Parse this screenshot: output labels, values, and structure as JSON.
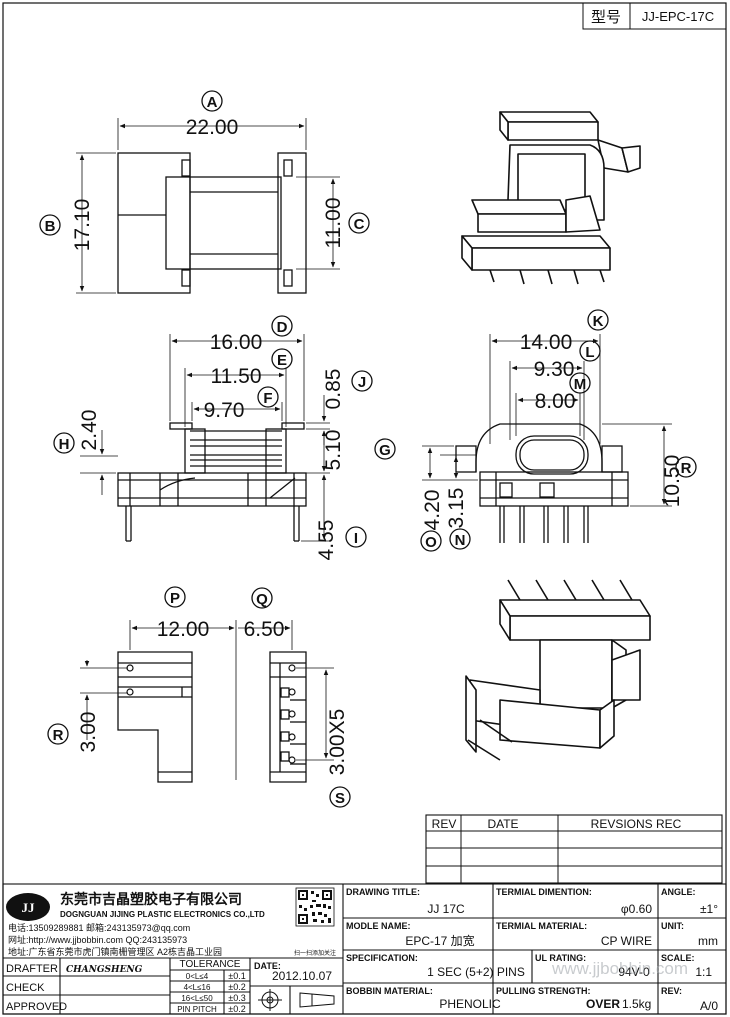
{
  "model": {
    "label": "型号",
    "value": "JJ-EPC-17C"
  },
  "dimensions": {
    "A": "22.00",
    "B": "17.10",
    "C": "11.00",
    "D": "16.00",
    "E": "11.50",
    "F": "9.70",
    "G": "5.10",
    "H": "2.40",
    "I": "4.55",
    "J": "0.85",
    "K": "14.00",
    "L": "9.30",
    "M": "8.00",
    "N": "3.15",
    "O": "4.20",
    "P": "12.00",
    "Q": "6.50",
    "R_bottom": "3.00",
    "R_side": "10.50",
    "S": "3.00X5"
  },
  "dim_letters": [
    "A",
    "B",
    "C",
    "D",
    "E",
    "F",
    "G",
    "H",
    "I",
    "J",
    "K",
    "L",
    "M",
    "N",
    "O",
    "P",
    "Q",
    "R",
    "S"
  ],
  "revision_table": {
    "headers": [
      "REV",
      "DATE",
      "REVSIONS REC"
    ],
    "rows": [
      [
        "",
        "",
        ""
      ],
      [
        "",
        "",
        ""
      ],
      [
        "",
        "",
        ""
      ]
    ]
  },
  "company": {
    "logo_text": "JJ",
    "name_cn": "东莞市吉晶塑胶电子有限公司",
    "name_en": "DOGNGUAN JIJING PLASTIC ELECTRONICS CO.,LTD",
    "contact_line1": "电话:13509289881  邮箱:243135973@qq.com",
    "contact_line2": "网址:http://www.jjbobbin.com QQ:243135973",
    "address": "地址:广东省东莞市虎门镇南栅管理区 A2栋吉晶工业园",
    "qr_caption": "扫一扫添加关注"
  },
  "signoff": {
    "drafter_label": "DRAFTER",
    "drafter_value": "CHANGSHENG",
    "check_label": "CHECK",
    "approved_label": "APPROVED"
  },
  "tolerance": {
    "title": "TOLERANCE",
    "rows": [
      {
        "range": "0<L≤4",
        "value": "±0.1"
      },
      {
        "range": "4<L≤16",
        "value": "±0.2"
      },
      {
        "range": "16<L≤50",
        "value": "±0.3"
      },
      {
        "range": "PIN PITCH",
        "value": "±0.2"
      }
    ]
  },
  "date": {
    "label": "DATE:",
    "value": "2012.10.07"
  },
  "fields": {
    "drawing_title_label": "DRAWING TITLE:",
    "drawing_title_value": "JJ 17C",
    "terminal_dimension_label": "TERMIAL DIMENTION:",
    "terminal_dimension_value": "φ0.60",
    "angle_label": "ANGLE:",
    "angle_value": "±1°",
    "module_name_label": "MODLE NAME:",
    "module_name_value": "EPC-17 加宽",
    "terminal_material_label": "TERMIAL MATERIAL:",
    "terminal_material_value": "CP WIRE",
    "unit_label": "UNIT:",
    "unit_value": "mm",
    "specification_label": "SPECIFICATION:",
    "specification_value": "1 SEC (5+2) PINS",
    "ul_rating_label": "UL RATING:",
    "ul_rating_value": "94V-0",
    "scale_label": "SCALE:",
    "scale_value": "1:1",
    "bobbin_material_label": "BOBBIN  MATERIAL:",
    "bobbin_material_value": "PHENOLIC",
    "pulling_strength_label": "PULLING STRENGTH:",
    "pulling_strength_value": "OVER",
    "pulling_strength_unit": "1.5kg",
    "rev_label": "REV:",
    "rev_value": "A/0"
  },
  "watermark": "www.jjbobbin.com"
}
